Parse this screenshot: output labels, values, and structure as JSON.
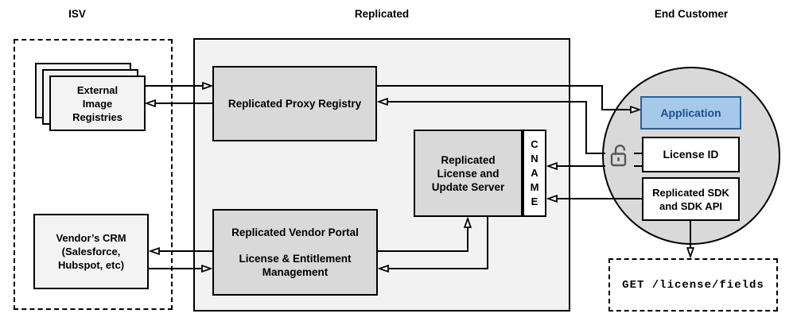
{
  "sections": {
    "isv": "ISV",
    "replicated": "Replicated",
    "end_customer": "End Customer"
  },
  "nodes": {
    "registries": {
      "line1": "External",
      "line2": "Image",
      "line3": "Registries"
    },
    "crm": {
      "line1": "Vendor’s CRM",
      "line2": "(Salesforce,",
      "line3": "Hubspot, etc)"
    },
    "proxy": {
      "label": "Replicated Proxy Registry"
    },
    "portal": {
      "title": "Replicated Vendor Portal",
      "subtitle_line1": "License & Entitlement",
      "subtitle_line2": "Management"
    },
    "server": {
      "line1": "Replicated",
      "line2": "License and",
      "line3": "Update Server"
    },
    "cname": {
      "label": "CNAME"
    },
    "application": {
      "label": "Application"
    },
    "license_id": {
      "label": "License ID"
    },
    "sdk": {
      "line1": "Replicated SDK",
      "line2": "and SDK API"
    },
    "get_request": {
      "label": "GET /license/fields"
    }
  },
  "icons": {
    "lock": "open-padlock-icon"
  },
  "colors": {
    "application_fill": "#A6C9E9",
    "application_border": "#2A6099",
    "application_text": "#1C4D8C",
    "node_fill_gray": "#D9D9D9",
    "panel_fill": "#F2F2F2",
    "stack_fill": "#F3F3F3",
    "line_color": "#000000",
    "lock_color": "#575757"
  }
}
